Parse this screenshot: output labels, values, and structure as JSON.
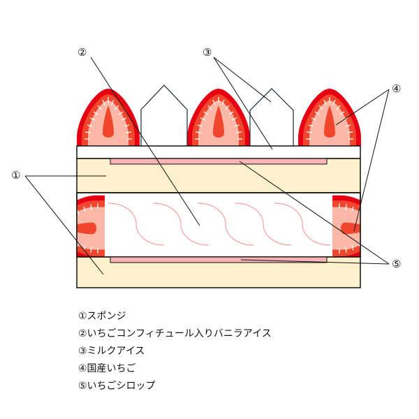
{
  "callouts": [
    "①",
    "②",
    "③",
    "④",
    "⑤"
  ],
  "legend": [
    "①スポンジ",
    "②いちごコンフィチュール入りバニラアイス",
    "③ミルクアイス",
    "④国産いちご",
    "⑤いちごシロップ"
  ],
  "colors": {
    "sponge": "#fdf0cc",
    "syrup": "#f8b4b4",
    "strawberry_outer": "#e60012",
    "strawberry_mid": "#f0462d",
    "strawberry_inner": "#fbb8a6",
    "wave": "#f9a0a0"
  }
}
